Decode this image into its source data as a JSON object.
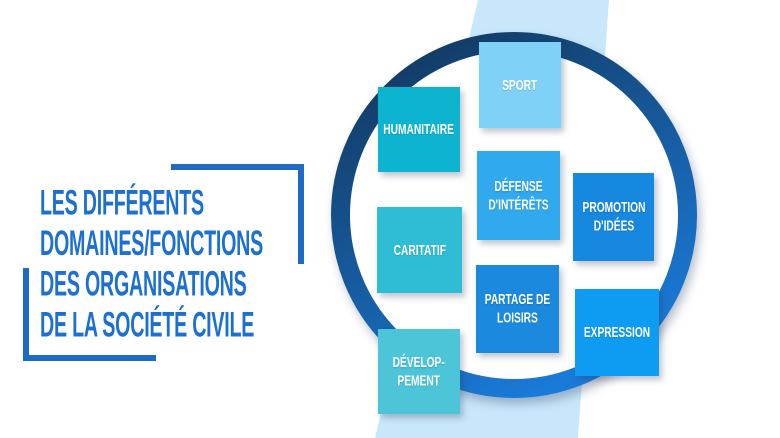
{
  "slide": {
    "title": {
      "text": "LES DIFFÉRENTS\nDOMAINES/FONCTIONS\nDES ORGANISATIONS\nDE LA SOCIÉTÉ CIVILE",
      "color": "#1c70d2"
    }
  },
  "diagram": {
    "boxes": [
      {
        "name": "humanitaire",
        "label": "HUMANITAIRE",
        "color": "#0db4cf"
      },
      {
        "name": "sport",
        "label": "SPORT",
        "color": "#7fd1f7"
      },
      {
        "name": "defense-interets",
        "label": "DÉFENSE\nD'INTÉRÊTS",
        "color": "#30a9ee"
      },
      {
        "name": "promotion-idees",
        "label": "PROMOTION\nD'IDÉES",
        "color": "#1688e0"
      },
      {
        "name": "caritatif",
        "label": "CARITATIF",
        "color": "#2fbcd5"
      },
      {
        "name": "partage-loisirs",
        "label": "PARTAGE DE\nLOISIRS",
        "color": "#1b8ade"
      },
      {
        "name": "expression",
        "label": "EXPRESSION",
        "color": "#0d9cf2"
      },
      {
        "name": "developpement",
        "label": "DÉVELOP-\nPEMENT",
        "color": "#4cc5d9"
      }
    ],
    "ring_colors": {
      "top": "#12375d",
      "bottom": "#1a7ad8"
    },
    "stripe_color": "#c9e7fb",
    "bracket_color": "#1d6bc4"
  }
}
